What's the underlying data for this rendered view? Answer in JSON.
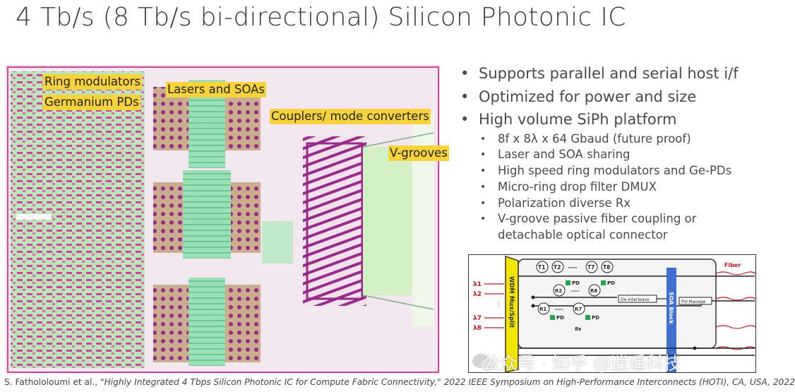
{
  "slide": {
    "title": "4 Tb/s (8 Tb/s bi-directional) Silicon Photonic IC"
  },
  "chip_image": {
    "callouts": [
      "Ring modulators",
      "Germanium PDs",
      "Lasers and SOAs",
      "Couplers/ mode converters",
      "V-grooves"
    ]
  },
  "bullets": {
    "items": [
      "Supports parallel and serial host i/f",
      "Optimized for power and size",
      "High volume SiPh platform"
    ],
    "subitems": [
      "8f x 8λ x 64 Gbaud (future proof)",
      "Laser and SOA sharing",
      "High speed ring modulators and Ge-PDs",
      "Micro-ring drop filter DMUX",
      "Polarization diverse Rx",
      "V-groove passive fiber coupling or",
      "detachable optical connector"
    ]
  },
  "diagram": {
    "fiber_label": "Fiber",
    "wdm_label": "WDM Mux/Split",
    "soa_label": "SOA Block",
    "deinterleave_label": "De-interleave",
    "pol_manage_label": "Pol Manage",
    "lambda_labels": [
      "λ1",
      "λ2",
      "λ7",
      "λ8"
    ],
    "t_labels": [
      "T1",
      "T2",
      "----",
      "T7",
      "T8"
    ],
    "r_labels_top": [
      "R2",
      "----",
      "R8"
    ],
    "r_labels_bottom": [
      "R1",
      "----",
      "R7"
    ],
    "pd_label": "PD",
    "count_label": "8x",
    "colors": {
      "wdm_fill": "#f2e600",
      "soa_fill": "#3f6fd1",
      "pd_fill": "#22a64a",
      "fiber_red": "#c2161b"
    }
  },
  "watermark": {
    "text": "公众号 · 知乎 @逍遥科技"
  },
  "citation": {
    "authors": "S. Fathololoumi et al., ",
    "rest": "\"Highly Integrated 4 Tbps Silicon Photonic IC for Compute Fabric Connectivity,\" 2022 IEEE Symposium on High-Performance Interconnects (HOTI), CA, USA, 2022"
  },
  "colors": {
    "callout_bg": "#f6d33a",
    "chip_pink": "#d6409a",
    "chip_green": "#9be0b4",
    "chip_tan": "#c9ad8c",
    "chip_purple": "#9a2a8a"
  }
}
